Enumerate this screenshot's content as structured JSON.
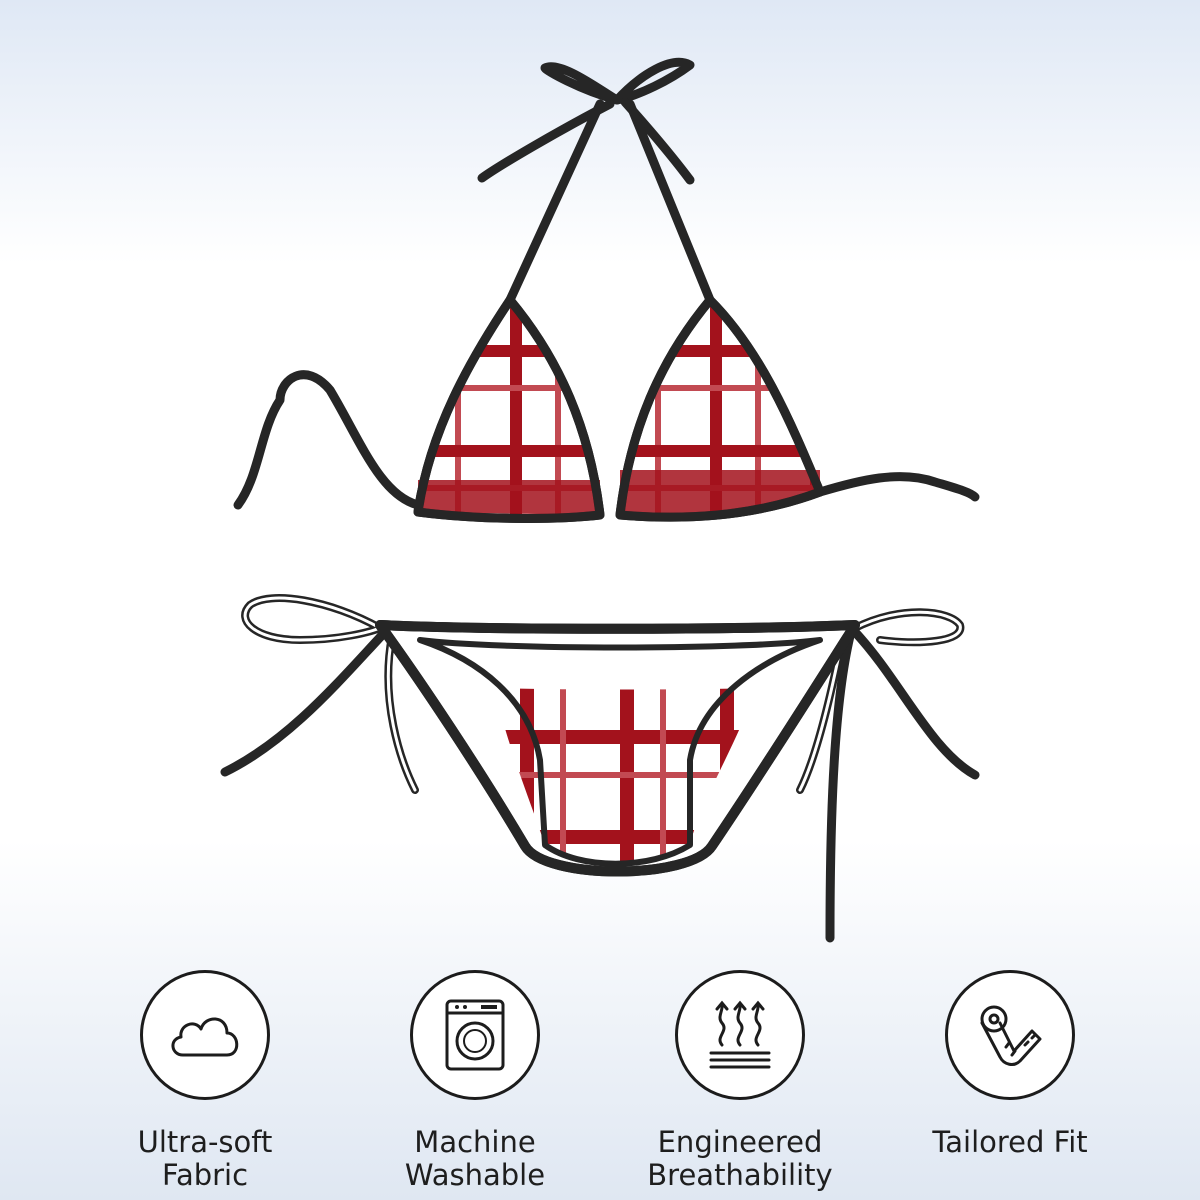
{
  "colors": {
    "plaid_red": "#a3121c",
    "fabric_white": "#ffffff",
    "trim": "#262626"
  },
  "features": [
    {
      "icon": "cloud-icon",
      "label": "Ultra-soft\nFabric"
    },
    {
      "icon": "washing-machine-icon",
      "label": "Machine\nWashable"
    },
    {
      "icon": "breathability-icon",
      "label": "Engineered\nBreathability"
    },
    {
      "icon": "measuring-tape-icon",
      "label": "Tailored Fit"
    }
  ]
}
